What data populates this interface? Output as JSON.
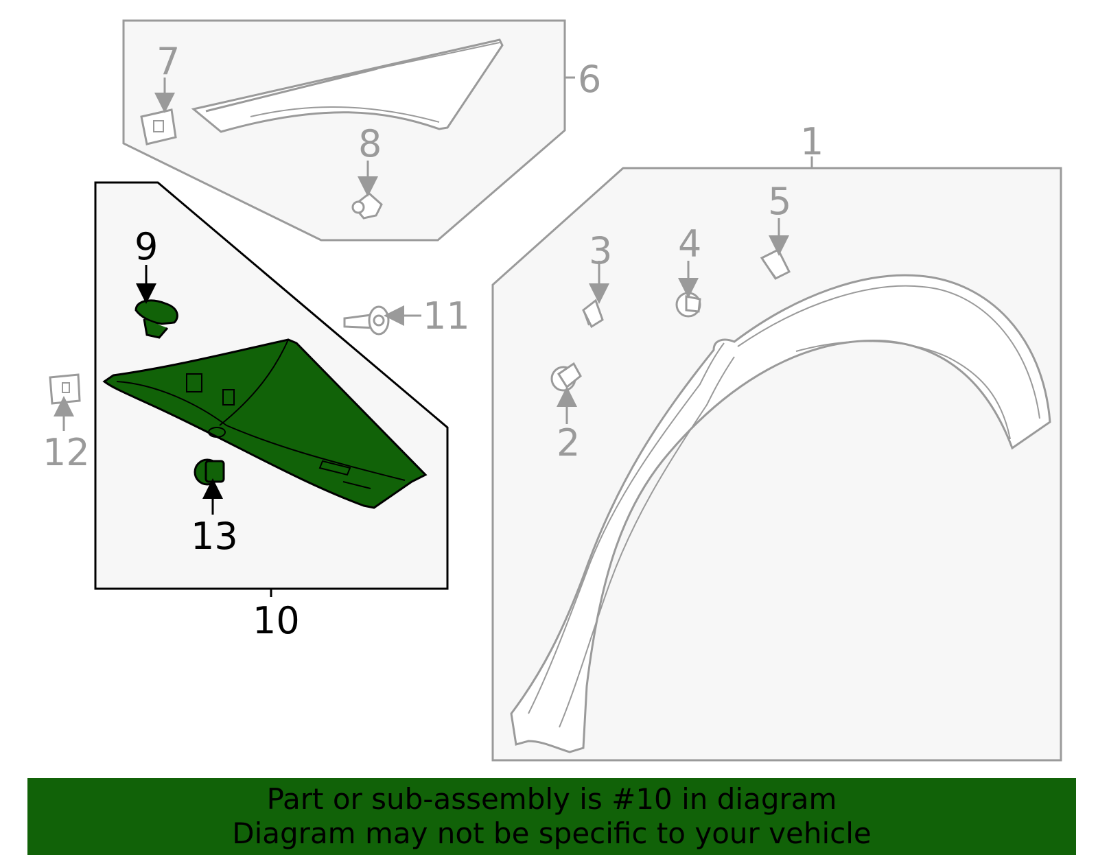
{
  "callouts": {
    "c1": "1",
    "c2": "2",
    "c3": "3",
    "c4": "4",
    "c5": "5",
    "c6": "6",
    "c7": "7",
    "c8": "8",
    "c9": "9",
    "c10": "10",
    "c11": "11",
    "c12": "12",
    "c13": "13"
  },
  "highlight_color": "#116208",
  "banner": {
    "line1": "Part or sub-assembly is #10 in diagram",
    "line2": "Diagram may not be specific to your vehicle"
  }
}
